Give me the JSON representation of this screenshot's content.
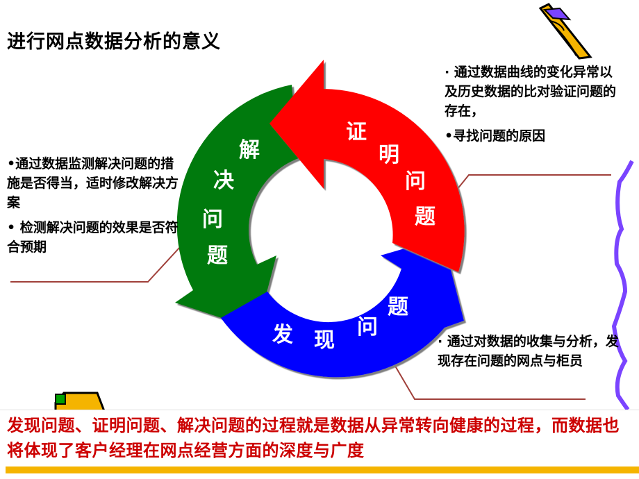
{
  "page": {
    "title": "进行网点数据分析的意义"
  },
  "cycle": {
    "prove": {
      "label_chars": [
        "证",
        "明",
        "问",
        "题"
      ],
      "color": "#ff0000"
    },
    "solve": {
      "label_chars": [
        "解",
        "决",
        "问",
        "题"
      ],
      "color": "#007a10"
    },
    "discover": {
      "label_chars": [
        "发",
        "现",
        "问",
        "题"
      ],
      "color": "#0000ff"
    }
  },
  "notes": {
    "top_right": [
      "· 通过数据曲线的变化异常以及历史数据的比对验证问题的存在，",
      "•寻找问题的原因"
    ],
    "left": [
      "•通过数据监测解决问题的措施是否得当，适时修改解决方案",
      "• 检测解决问题的效果是否符合预期"
    ],
    "bottom_right": [
      "· 通过对数据的收集与分析，发现存在问题的网点与柜员"
    ]
  },
  "summary": {
    "text": "发现问题、证明问题、解决问题的过程就是数据从异常转向健康的过程，而数据也将体现了客户经理在网点经营方面的深度与广度"
  },
  "colors": {
    "connector_line": "#a0403a",
    "squiggle": "#7a44ff",
    "summary_text": "#cc0000",
    "accent_bar": "#f5b400"
  }
}
